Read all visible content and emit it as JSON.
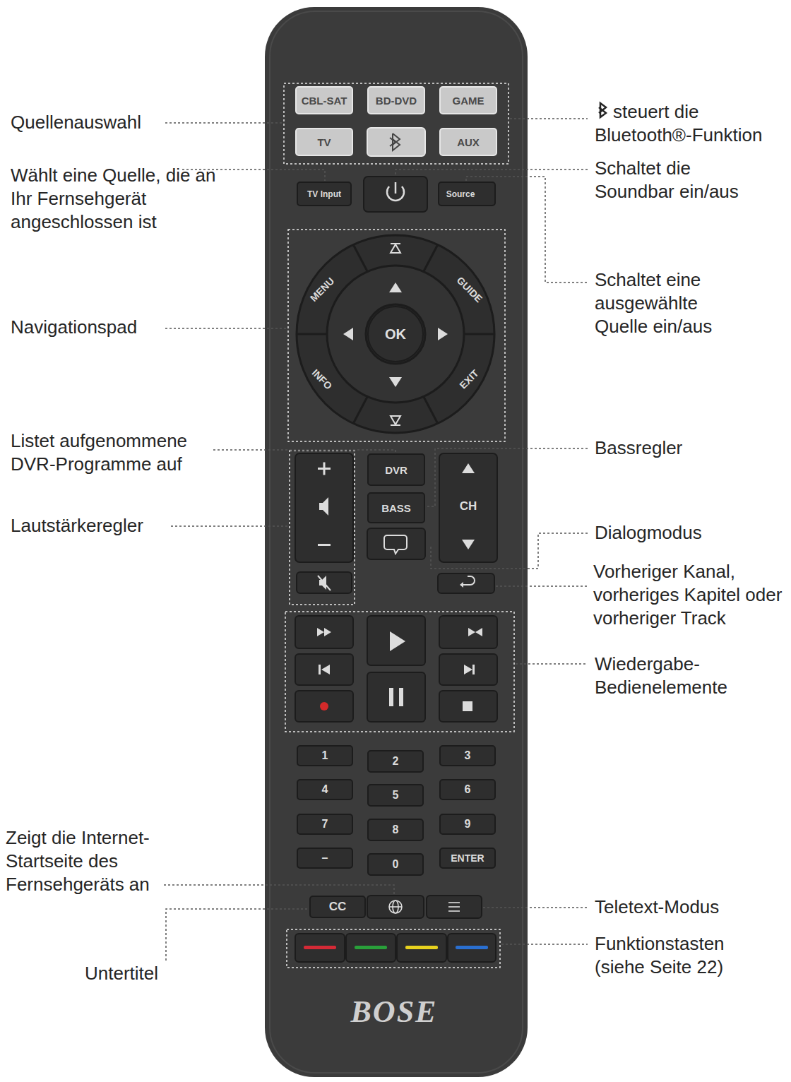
{
  "diagram": {
    "nodes": [
      {
        "text": [
          "CBL-SAT"
        ]
      },
      {
        "text": [
          "BD-DVD"
        ]
      },
      {
        "text": [
          "GAME"
        ]
      },
      {
        "text": [
          "TV"
        ]
      },
      {
        "text": [
          "AUX"
        ]
      },
      {
        "text": [
          "TV Input"
        ]
      },
      {
        "text": [
          "Source"
        ]
      },
      {
        "text": [
          "MENU"
        ]
      },
      {
        "text": [
          "GUIDE"
        ]
      },
      {
        "text": [
          "OK"
        ]
      },
      {
        "text": [
          "INFO"
        ]
      },
      {
        "text": [
          "EXIT"
        ]
      },
      {
        "text": [
          "DVR"
        ]
      },
      {
        "text": [
          "BASS"
        ]
      },
      {
        "text": [
          "CH"
        ]
      },
      {
        "text": [
          "1"
        ]
      },
      {
        "text": [
          "2"
        ]
      },
      {
        "text": [
          "3"
        ]
      },
      {
        "text": [
          "4"
        ]
      },
      {
        "text": [
          "5"
        ]
      },
      {
        "text": [
          "6"
        ]
      },
      {
        "text": [
          "7"
        ]
      },
      {
        "text": [
          "8"
        ]
      },
      {
        "text": [
          "9"
        ]
      },
      {
        "text": [
          "–"
        ]
      },
      {
        "text": [
          "0"
        ]
      },
      {
        "text": [
          "ENTER"
        ]
      },
      {
        "text": [
          "CC"
        ]
      }
    ],
    "labels": [
      "Quellenauswahl",
      "steuert die Bluetooth®-Funktion",
      "Wählt eine Quelle, die an Ihr Fernsehgerät angeschlossen ist",
      "Schaltet die Soundbar ein/aus",
      "Schaltet eine ausgewählte Quelle ein/aus",
      "Navigationspad",
      "Listet aufgenommene DVR-Programme auf",
      "Bassregler",
      "Lautstärkeregler",
      "Dialogmodus",
      "Vorheriger Kanal, vorheriges Kapitel oder vorheriger Track",
      "Wiedergabe-Bedienelemente",
      "Zeigt die Internet-Startseite des Fernsehgeräts an",
      "Teletext-Modus",
      "Funktionstasten (siehe Seite 22)",
      "Untertitel",
      "BOSE"
    ]
  }
}
